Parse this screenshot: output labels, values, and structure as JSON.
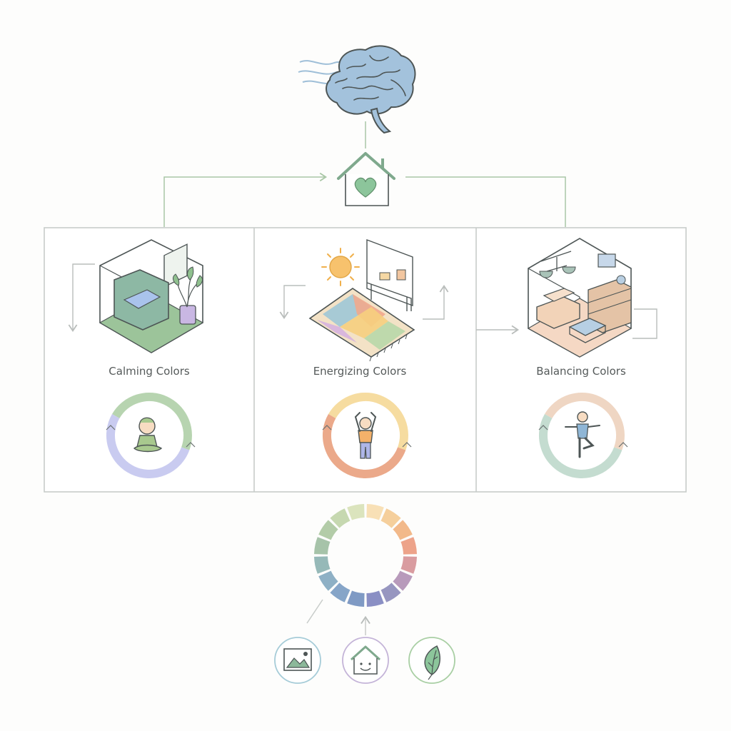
{
  "panels": [
    {
      "id": "calming",
      "label": "Calming Colors",
      "ring_colors": [
        "#b7d4b0",
        "#c9cbf0"
      ]
    },
    {
      "id": "energizing",
      "label": "Energizing Colors",
      "ring_colors": [
        "#f6dca0",
        "#eba98a"
      ]
    },
    {
      "id": "balancing",
      "label": "Balancing Colors",
      "ring_colors": [
        "#efd6c3",
        "#c4dcd0"
      ]
    }
  ],
  "colors": {
    "line": "#a9c7a6",
    "panel_border": "#c8ccca",
    "stroke": "#4d5555",
    "brain": "#a3c2dc",
    "house_heart": "#8cc59b"
  },
  "icons": {
    "top": "brain-icon",
    "hub": "house-heart-icon",
    "bottom": [
      "landscape-picture-icon",
      "smiling-house-icon",
      "leaf-icon"
    ]
  },
  "color_wheel": {
    "segments": [
      "#f8e0b6",
      "#f5cf9c",
      "#f2b98a",
      "#eda38a",
      "#d99ca0",
      "#b89abb",
      "#9796c0",
      "#8a8fc4",
      "#7f9ac4",
      "#86a5c8",
      "#8eb0c5",
      "#96b9b8",
      "#a6c3a9",
      "#b3cca8",
      "#c6d8b0",
      "#dbe4bd"
    ]
  }
}
